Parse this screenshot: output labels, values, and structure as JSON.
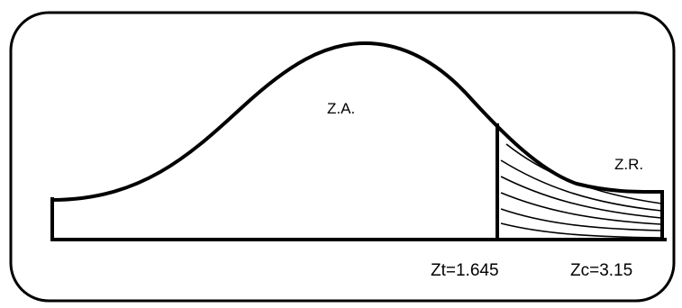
{
  "diagram": {
    "acceptance_label": "Z.A.",
    "rejection_label": "Z.R.",
    "critical_table_label": "Zt=1.645",
    "critical_calc_label": "Zc=3.15"
  },
  "colors": {
    "stroke": "#000000",
    "background": "#ffffff"
  }
}
